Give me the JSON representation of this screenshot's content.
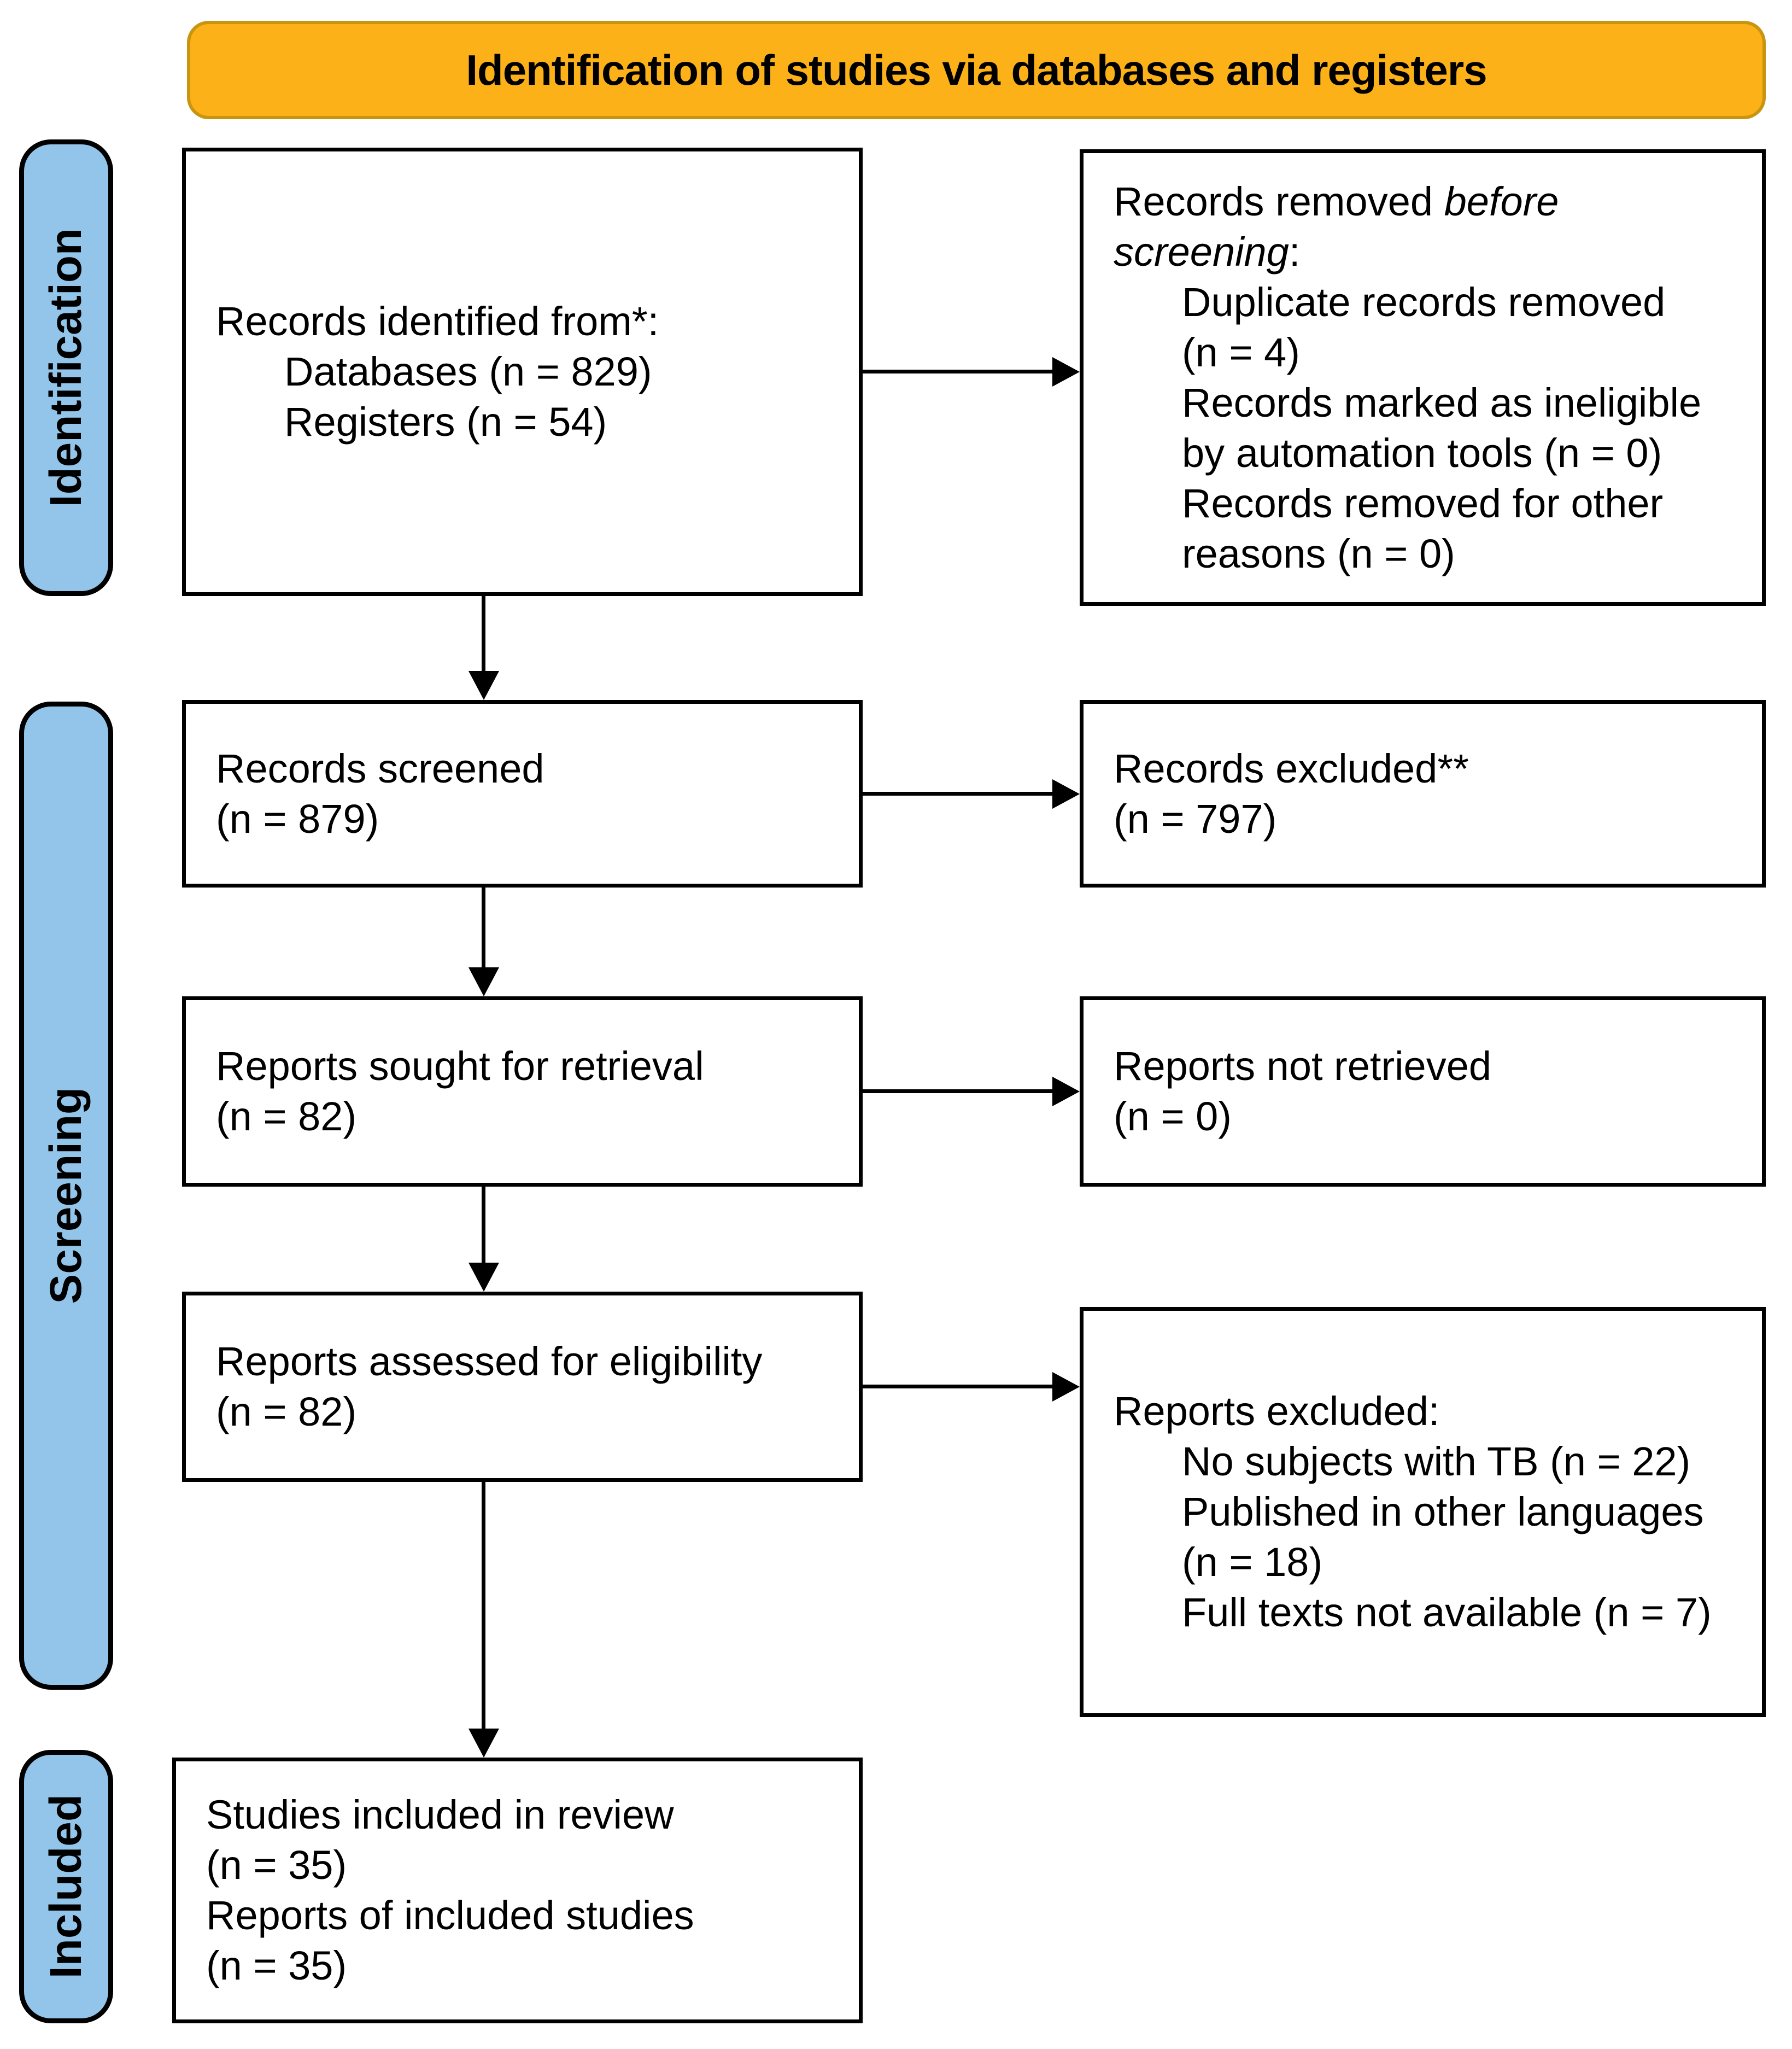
{
  "banner": {
    "label": "Identification of studies via databases and registers"
  },
  "colors": {
    "banner_bg": "#FBB117",
    "banner_border": "#C9940E",
    "stage_bg": "#92C5E9",
    "line_color": "#000000",
    "box_bg": "#FFFFFF"
  },
  "sidebar": {
    "stages": [
      {
        "label": "Identification"
      },
      {
        "label": "Screening"
      },
      {
        "label": "Included"
      }
    ]
  },
  "boxes": {
    "identified": {
      "l1": "Records identified from*:",
      "l2": "Databases (n = 829)",
      "l3": "Registers (n = 54)"
    },
    "removed": {
      "l1a": "Records removed ",
      "l1b": "before",
      "l2a": "screening",
      "l2b": ":",
      "l3": "Duplicate records removed",
      "l4": "(n = 4)",
      "l5": "Records marked as ineligible",
      "l6": "by automation tools (n = 0)",
      "l7": "Records removed for other",
      "l8": "reasons (n = 0)"
    },
    "screened": {
      "l1": "Records screened",
      "l2": "(n = 879)"
    },
    "excluded": {
      "l1": "Records excluded**",
      "l2": "(n = 797)"
    },
    "sought": {
      "l1": "Reports sought for retrieval",
      "l2": "(n = 82)"
    },
    "not_retrieved": {
      "l1": "Reports not retrieved",
      "l2": "(n = 0)"
    },
    "assessed": {
      "l1": "Reports assessed for eligibility",
      "l2": "(n = 82)"
    },
    "reports_excluded": {
      "l1": "Reports excluded:",
      "l2": "No subjects with TB (n = 22)",
      "l3": "Published in other languages",
      "l4": "(n = 18)",
      "l5": "Full texts not available (n = 7)"
    },
    "included": {
      "l1": "Studies included in review",
      "l2": "(n = 35)",
      "l3": "Reports of included studies",
      "l4": "(n = 35)"
    }
  }
}
